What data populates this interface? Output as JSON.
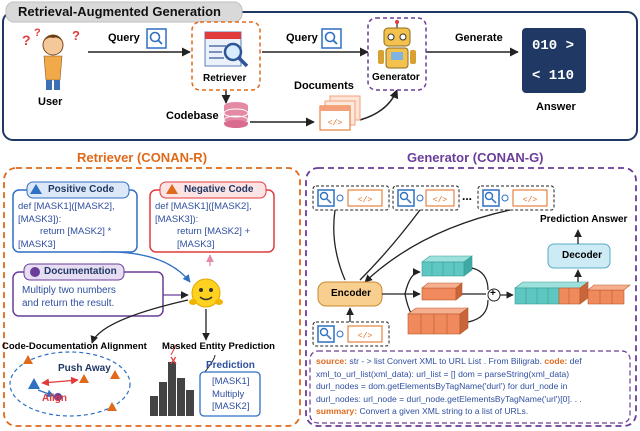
{
  "header": {
    "title": "Retrieval-Augmented Generation"
  },
  "top": {
    "user": "User",
    "query1": "Query",
    "retriever": "Retriever",
    "query2": "Query",
    "generator": "Generator",
    "generate": "Generate",
    "documents": "Documents",
    "codebase": "Codebase",
    "answer": "Answer",
    "answer_line1": "010 >",
    "answer_line2": "< 110"
  },
  "retriever_panel": {
    "title": "Retriever (CONAN-R)",
    "positive_label": "Positive Code",
    "positive_code": [
      "def [MASK1]([MASK2],",
      "[MASK3]):",
      "return [MASK2] *",
      "[MASK3]"
    ],
    "negative_label": "Negative Code",
    "negative_code": [
      "def [MASK1]([MASK2],",
      "[MASK3]):",
      "return [MASK2] +",
      "[MASK3]"
    ],
    "doc_label": "Documentation",
    "doc_text": [
      "Multiply two numbers",
      "and return the result."
    ],
    "cda_label": "Code-Documentation Alignment",
    "mep_label": "Masked Entity Prediction",
    "push_away": "Push Away",
    "align": "Align",
    "x_mark": "X",
    "prediction_label": "Prediction",
    "prediction_items": [
      "[MASK1]",
      "Multiply",
      "[MASK2]"
    ]
  },
  "generator_panel": {
    "title": "Generator (CONAN-G)",
    "ellipsis": "...",
    "prediction_answer": "Prediction Answer",
    "decoder": "Decoder",
    "encoder": "Encoder",
    "plus": "+",
    "source_lines": [
      {
        "key": "source:",
        "text": " str - > list Convert XML to URL List . From Biligrab. ",
        "key2": "code:",
        "text2": " def"
      },
      {
        "text": "xml_to_url_list(xml_data): url_list = [] dom = parseString(xml_data)"
      },
      {
        "text": "durl_nodes = dom.getElementsByTagName('durl') for durl_node in"
      },
      {
        "text": "durl_nodes: url_node = durl_node.getElementsByTagName('url')[0]. . ."
      },
      {
        "key": "summary:",
        "text": " Convert a given XML string to a list of URLs."
      }
    ]
  },
  "colors": {
    "navy": "#1f3864",
    "orange": "#e06a1b",
    "purple": "#6a3d9a",
    "blue": "#2f6fc4",
    "red": "#e23b3b",
    "teal": "#5ec7c2",
    "salmon": "#f08a5d"
  }
}
